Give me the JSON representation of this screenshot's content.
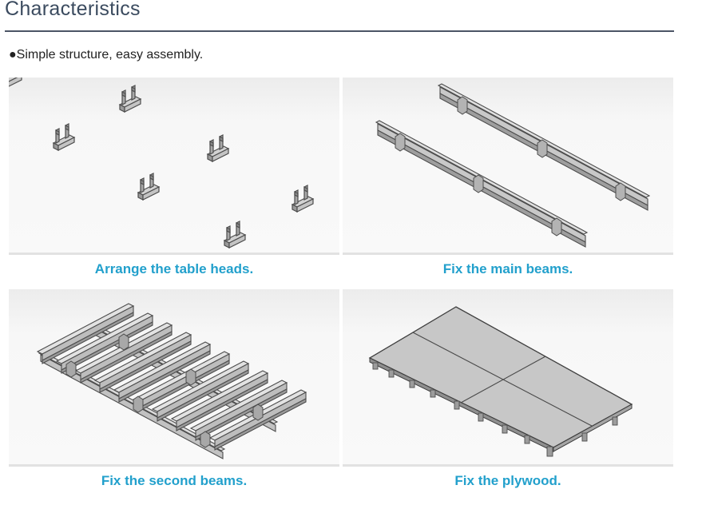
{
  "section": {
    "title": "Characteristics"
  },
  "intro": {
    "bullet": "●Simple structure, easy assembly."
  },
  "steps": [
    {
      "caption": "Arrange the table heads.",
      "icon": "table-heads-illustration"
    },
    {
      "caption": "Fix the main beams.",
      "icon": "main-beams-illustration"
    },
    {
      "caption": "Fix the second beams.",
      "icon": "second-beams-illustration"
    },
    {
      "caption": "Fix the plywood.",
      "icon": "plywood-illustration"
    }
  ],
  "colors": {
    "caption": "#22a0cc",
    "title": "#3b4b5f",
    "rule": "#4c5566"
  }
}
